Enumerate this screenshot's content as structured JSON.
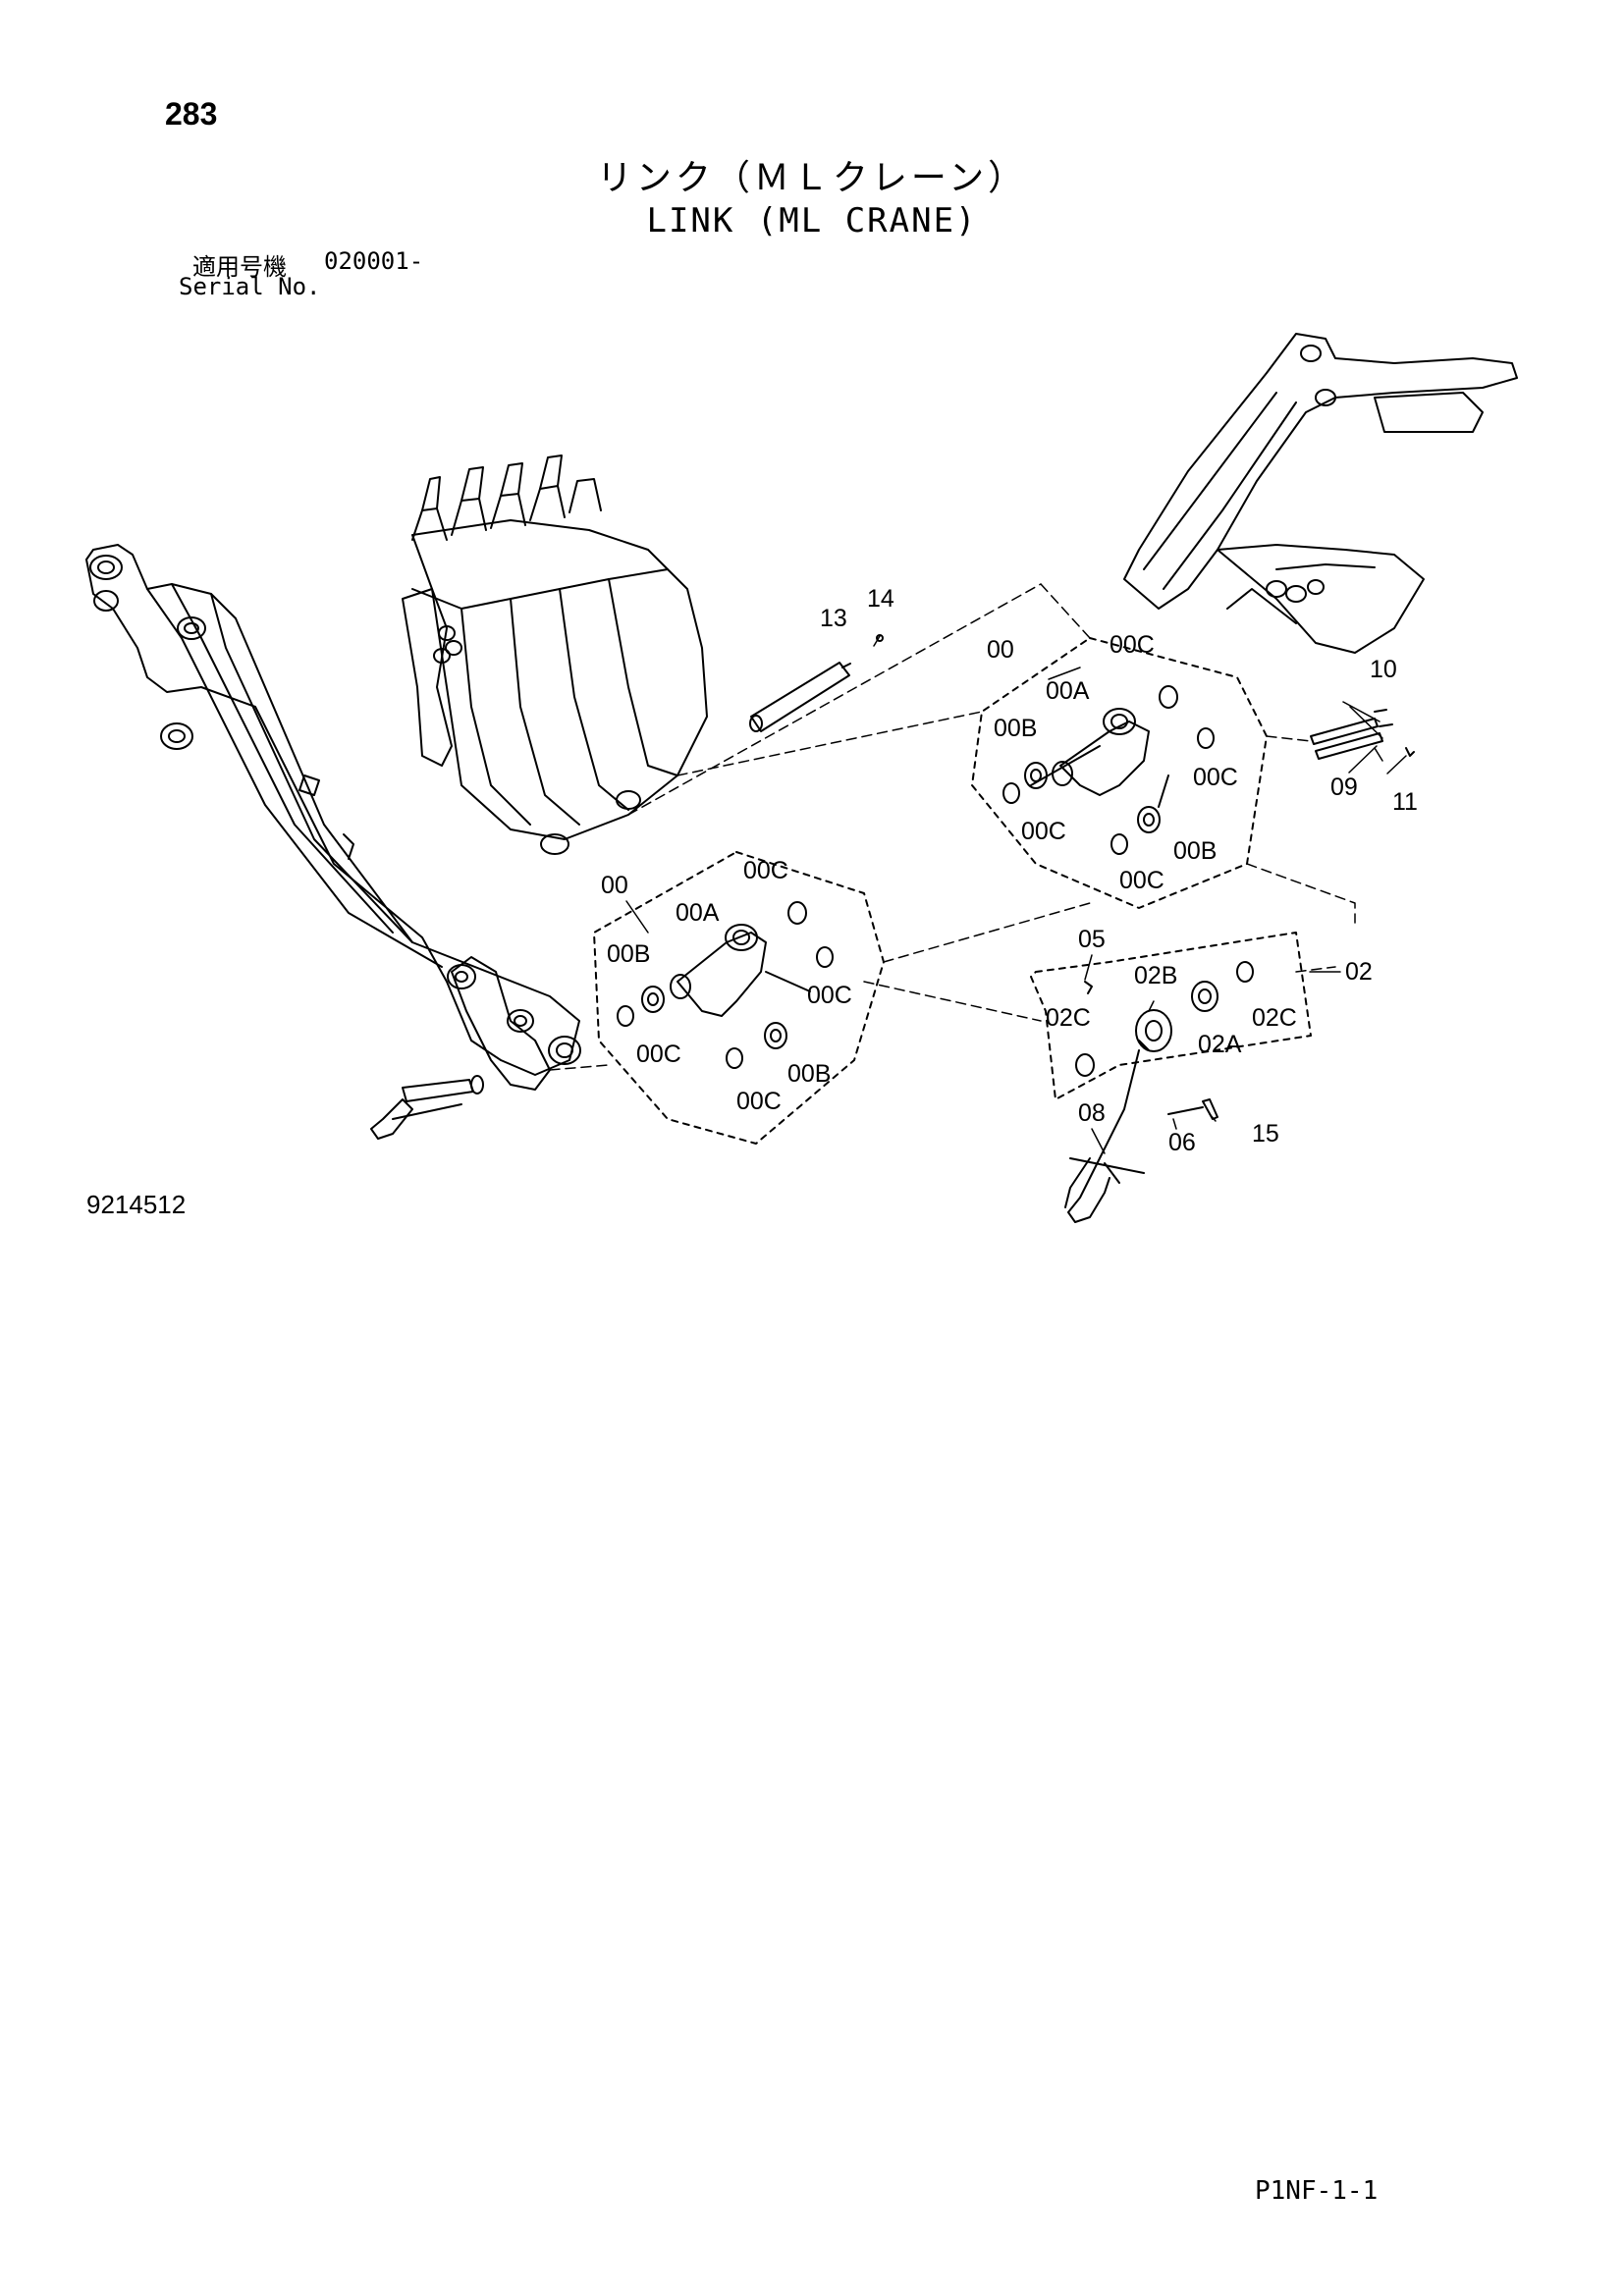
{
  "header": {
    "page_number": "283",
    "title_jp": "リンク（ＭＬクレーン）",
    "title_en": "LINK (ML CRANE)",
    "serial_label_jp": "適用号機",
    "serial_value": "020001-",
    "serial_label_en": "Serial No."
  },
  "diagram": {
    "callouts": {
      "p13": "13",
      "p14": "14",
      "g00_upper": "00",
      "u00C_top": "00C",
      "u00A": "00A",
      "u00B": "00B",
      "u00C_right": "00C",
      "u00C_left": "00C",
      "u00B_low": "00B",
      "u00C_bottom": "00C",
      "p10": "10",
      "p09": "09",
      "p11": "11",
      "g00_lower": "00",
      "l00C_top": "00C",
      "l00A": "00A",
      "l00B": "00B",
      "l00C_right": "00C",
      "l00C_left": "00C",
      "l00B_low": "00B",
      "l00C_bottom": "00C",
      "p05": "05",
      "p02B": "02B",
      "p02": "02",
      "p02C_left": "02C",
      "p02C_right": "02C",
      "p02A": "02A",
      "p08": "08",
      "p06": "06",
      "p15": "15"
    }
  },
  "footer": {
    "figure_number": "9214512",
    "page_code": "P1NF-1-1"
  }
}
